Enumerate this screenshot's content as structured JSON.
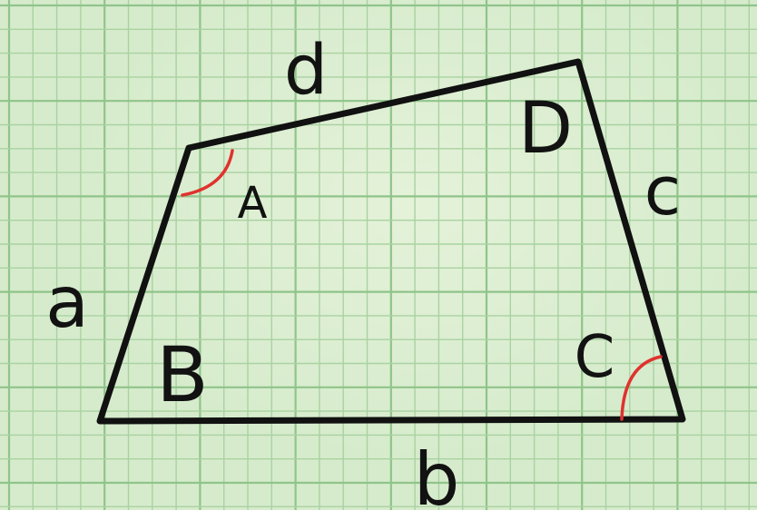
{
  "diagram": {
    "colors": {
      "paper": "#d6ebcc",
      "grid_minor": "#a9d2a2",
      "grid_major": "#8fc48a",
      "outline": "#111111",
      "angle_arc": "#e0322e"
    },
    "side_labels": {
      "top": "d",
      "right": "c",
      "bottom": "b",
      "left": "a"
    },
    "angle_labels": {
      "top_left": "A",
      "bottom_left": "B",
      "bottom_right": "C",
      "top_right": "D"
    }
  }
}
